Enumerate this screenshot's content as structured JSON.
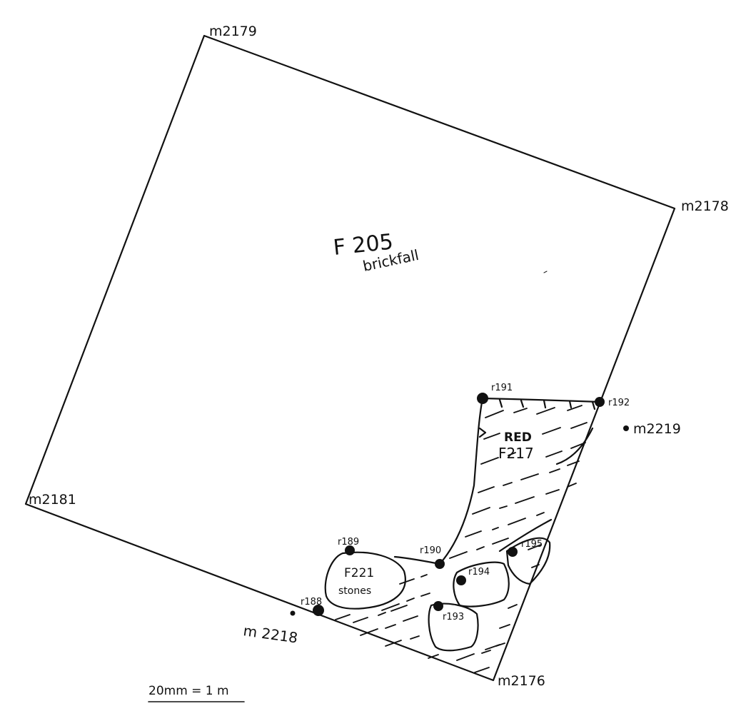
{
  "markers": {
    "m2179": "m2179",
    "m2178": "m2178",
    "m2181": "m2181",
    "m2176": "m2176",
    "m2219": "m2219",
    "m2218": "m 2218"
  },
  "features": {
    "f205_id": "F 205",
    "f205_desc": "brickfall",
    "f217_desc": "RED",
    "f217_id": "F217",
    "f221_id": "F221",
    "f221_desc": "stones"
  },
  "points": {
    "r188": "r188",
    "r189": "r189",
    "r190": "r190",
    "r191": "r191",
    "r192": "r192",
    "r193": "r193",
    "r194": "r194",
    "r195": "r195"
  },
  "scale": {
    "text": "20mm = 1 m"
  },
  "colors": {
    "ink": "#111111",
    "paper": "#ffffff"
  }
}
